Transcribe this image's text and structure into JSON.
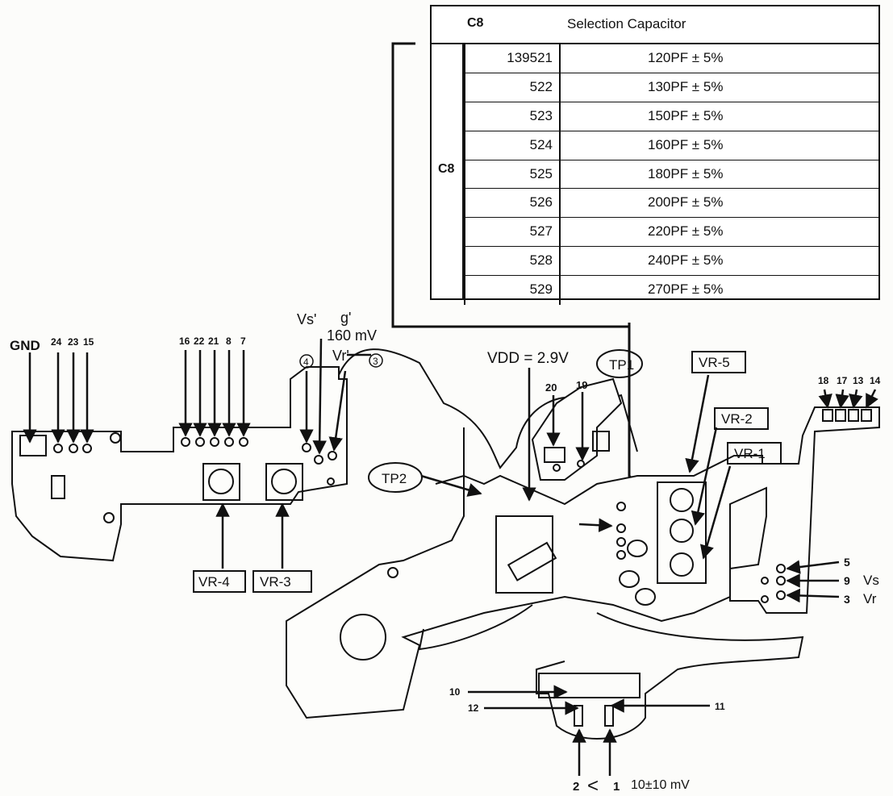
{
  "table": {
    "header_symbol": "C8",
    "header_title": "Selection Capacitor",
    "side_symbol": "C8",
    "rows": [
      {
        "code": "139521",
        "value": "120PF ± 5%"
      },
      {
        "code": "522",
        "value": "130PF ± 5%"
      },
      {
        "code": "523",
        "value": "150PF ± 5%"
      },
      {
        "code": "524",
        "value": "160PF ± 5%"
      },
      {
        "code": "525",
        "value": "180PF ± 5%"
      },
      {
        "code": "526",
        "value": "200PF ± 5%"
      },
      {
        "code": "527",
        "value": "220PF ± 5%"
      },
      {
        "code": "528",
        "value": "240PF ± 5%"
      },
      {
        "code": "529",
        "value": "270PF ± 5%"
      }
    ]
  },
  "labels": {
    "gnd": "GND",
    "pin_24": "24",
    "pin_23": "23",
    "pin_15": "15",
    "pin_16": "16",
    "pin_22": "22",
    "pin_21": "21",
    "pin_8": "8",
    "pin_7": "7",
    "vs_top": "Vs'",
    "g_top": "g'",
    "mv_160": "160 mV",
    "vr_top": "Vr'",
    "pin_4": "4",
    "pin_3": "3",
    "vdd": "VDD = 2.9V",
    "pin_20": "20",
    "pin_19": "19",
    "tp1": "TP1",
    "tp2": "TP2",
    "vr5": "VR-5",
    "vr2": "VR-2",
    "vr1": "VR-1",
    "vr4": "VR-4",
    "vr3": "VR-3",
    "pin_18": "18",
    "pin_17": "17",
    "pin_13": "13",
    "pin_14": "14",
    "pin_5": "5",
    "pin_9": "9",
    "vs_right": "Vs",
    "pin_3b": "3",
    "vr_right": "Vr",
    "pin_10": "10",
    "pin_12": "12",
    "pin_11": "11",
    "pin_2": "2",
    "lt": "<",
    "pin_1": "1",
    "mv_10": "10±10 mV"
  }
}
